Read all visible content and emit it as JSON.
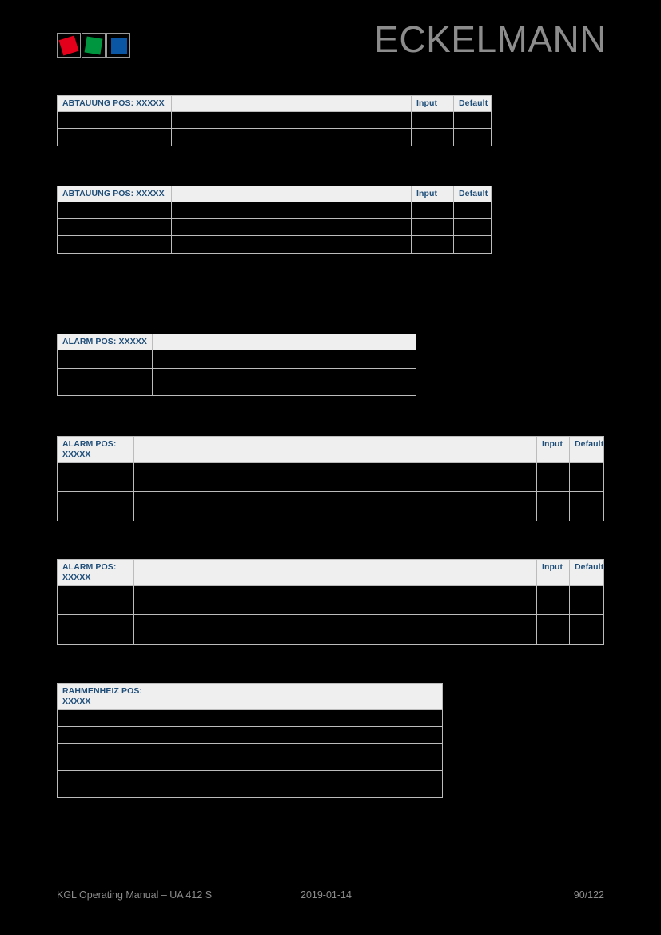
{
  "document": {
    "brand": "ECKELMANN",
    "logo": {
      "name": "eckelmann-logo",
      "squares": [
        {
          "name": "red-square",
          "color": "#e2001a"
        },
        {
          "name": "green-square",
          "color": "#009640"
        },
        {
          "name": "blue-square",
          "color": "#0a56a5"
        }
      ]
    }
  },
  "colors": {
    "page_background": "#000000",
    "header_cell_background": "#efefef",
    "header_text": "#1f4e79",
    "table_border": "#bcbcbc",
    "footer_text": "#8c8c8c",
    "brand_text": "#8c8c8c"
  },
  "tables": [
    {
      "id": "tbl1",
      "columns": [
        "ABTAUUNG POS: XXXXX",
        "",
        "Input",
        "Default"
      ],
      "rows": [
        [
          "",
          "",
          "",
          ""
        ],
        [
          "",
          "",
          "",
          ""
        ]
      ]
    },
    {
      "id": "tbl2",
      "columns": [
        "ABTAUUNG POS: XXXXX",
        "",
        "Input",
        "Default"
      ],
      "rows": [
        [
          "",
          "",
          "",
          ""
        ],
        [
          "",
          "",
          "",
          ""
        ],
        [
          "",
          "",
          "",
          ""
        ]
      ]
    },
    {
      "id": "tbl3",
      "columns": [
        "ALARM POS: XXXXX",
        ""
      ],
      "rows": [
        [
          "",
          ""
        ],
        [
          "",
          ""
        ]
      ]
    },
    {
      "id": "tbl4",
      "columns": [
        "ALARM POS: XXXXX",
        "",
        "Input",
        "Default"
      ],
      "rows": [
        [
          "",
          "",
          "",
          ""
        ],
        [
          "",
          "",
          "",
          ""
        ]
      ]
    },
    {
      "id": "tbl5",
      "columns": [
        "ALARM POS: XXXXX",
        "",
        "Input",
        "Default"
      ],
      "rows": [
        [
          "",
          "",
          "",
          ""
        ],
        [
          "",
          "",
          "",
          ""
        ]
      ]
    },
    {
      "id": "tbl6",
      "columns": [
        "RAHMENHEIZ POS: XXXXX",
        ""
      ],
      "rows": [
        [
          "",
          ""
        ],
        [
          "",
          ""
        ],
        [
          "",
          ""
        ],
        [
          "",
          ""
        ]
      ]
    }
  ],
  "footer": {
    "left": "KGL Operating Manual – UA 412 S",
    "middle": "2019-01-14",
    "right": "90/122"
  }
}
